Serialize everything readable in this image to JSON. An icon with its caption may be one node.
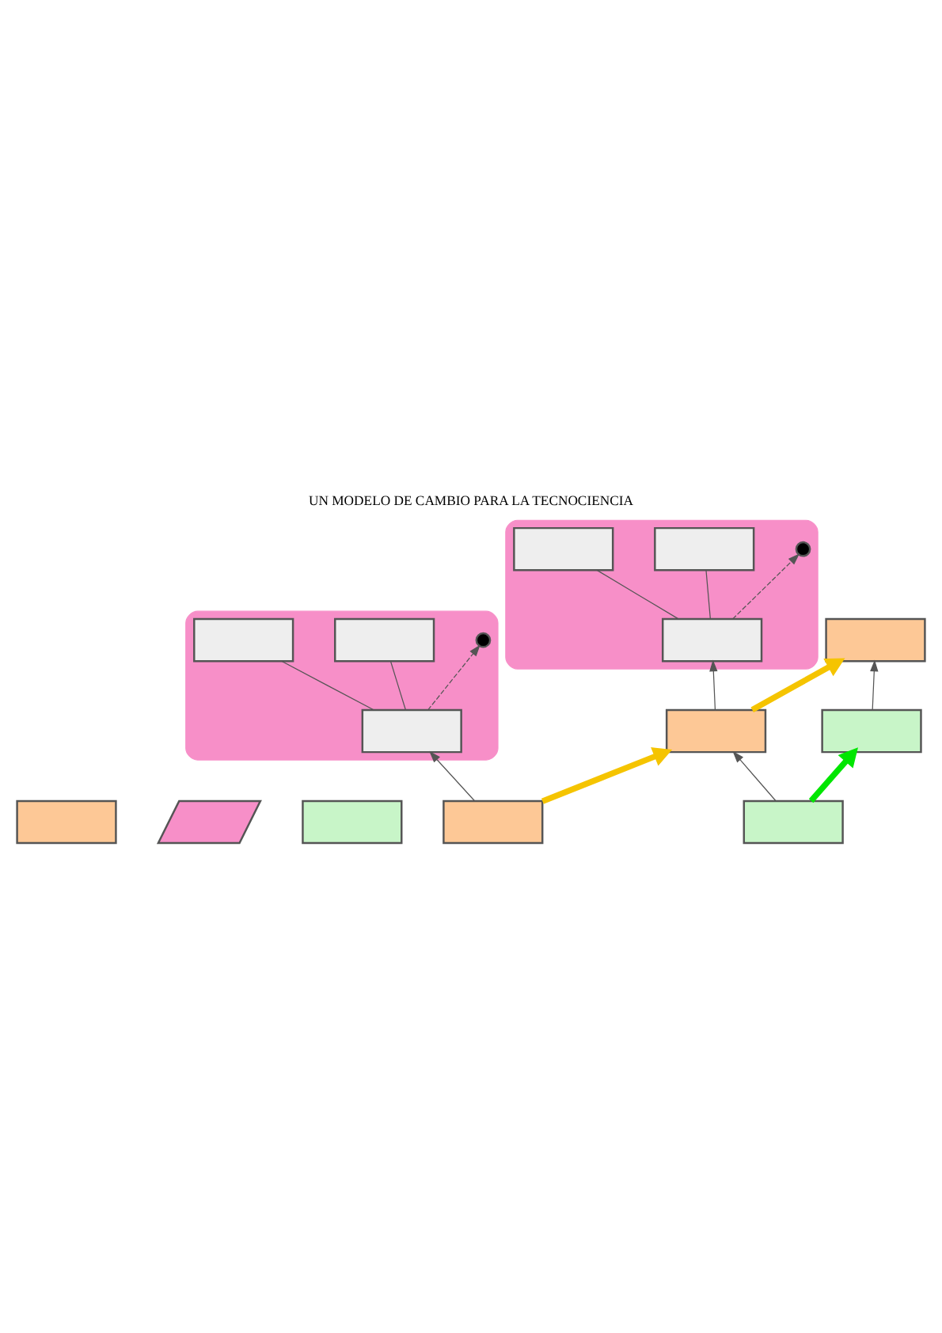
{
  "diagram": {
    "title": "UN MODELO DE CAMBIO PARA LA TECNOCIENCIA",
    "nodes": [
      {
        "text": [],
        "shape": "box"
      },
      {
        "text": [],
        "shape": "parallelogram"
      },
      {
        "text": [],
        "shape": "box"
      },
      {
        "text": [],
        "shape": "box"
      },
      {
        "text": [],
        "shape": "box"
      },
      {
        "text": [],
        "shape": "box"
      },
      {
        "text": [],
        "shape": "parallelogram"
      },
      {
        "text": [],
        "shape": "box",
        "in": 6
      },
      {
        "text": [],
        "shape": "box",
        "in": 6
      },
      {
        "text": [],
        "shape": "box",
        "in": 6
      },
      {
        "text": [],
        "shape": "circle",
        "in": 6
      },
      {
        "text": [],
        "shape": "box"
      },
      {
        "text": [],
        "shape": "parallelogram"
      },
      {
        "text": [],
        "shape": "box",
        "in": 12
      },
      {
        "text": [],
        "shape": "box",
        "in": 12
      },
      {
        "text": [],
        "shape": "box",
        "in": 12
      },
      {
        "text": [],
        "shape": "circle",
        "in": 12
      },
      {
        "text": [],
        "shape": "box"
      }
    ],
    "edges": [
      {
        "from": 5,
        "to": 4,
        "arrow": "to",
        "style": "thick",
        "color": "#f5c400"
      },
      {
        "from": 4,
        "to": 3,
        "arrow": "to",
        "style": "thick",
        "color": "#f5c400"
      },
      {
        "from": 17,
        "to": 11,
        "arrow": "to",
        "style": "thick",
        "color": "#00e600"
      },
      {
        "from": 4,
        "to": 7,
        "arrow": "to"
      },
      {
        "from": 7,
        "to": 8,
        "arrow": "none"
      },
      {
        "from": 7,
        "to": 9,
        "arrow": "none"
      },
      {
        "from": 7,
        "to": 10,
        "arrow": "to",
        "style": "dashed"
      },
      {
        "from": 5,
        "to": 13,
        "arrow": "to"
      },
      {
        "from": 13,
        "to": 14,
        "arrow": "none"
      },
      {
        "from": 13,
        "to": 15,
        "arrow": "none"
      },
      {
        "from": 13,
        "to": 16,
        "arrow": "to",
        "style": "dashed"
      },
      {
        "from": 11,
        "to": 3,
        "arrow": "to"
      },
      {
        "from": 17,
        "to": 4,
        "arrow": "to"
      }
    ]
  }
}
